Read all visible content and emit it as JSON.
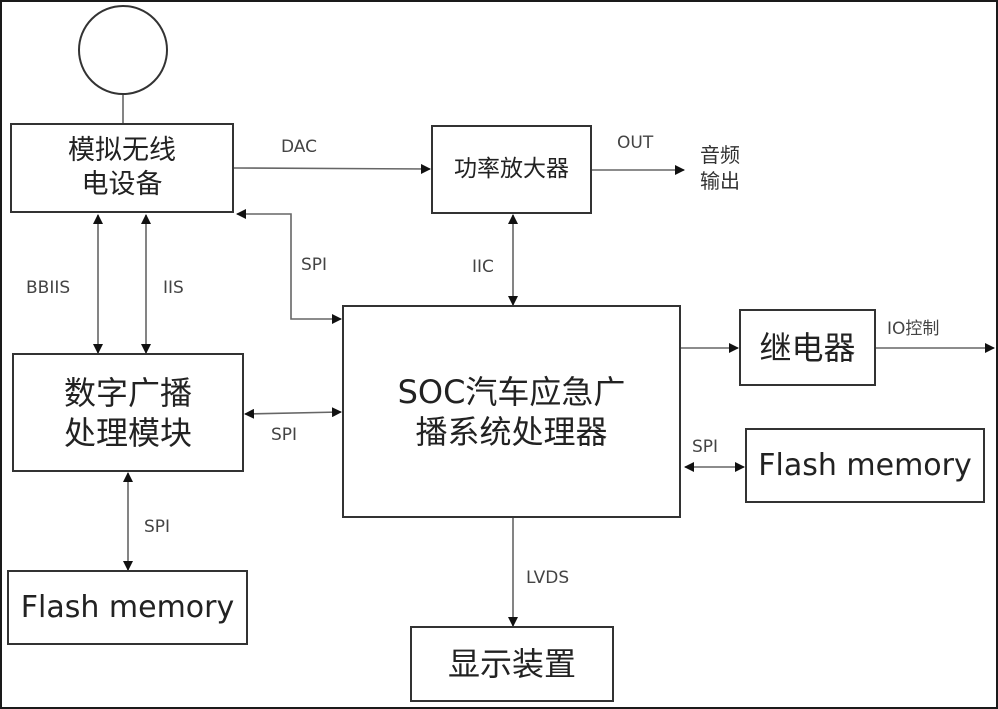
{
  "diagram": {
    "blocks": {
      "analog_radio": "模拟无线\n电设备",
      "power_amp": "功率放大器",
      "audio_out": "音频\n输出",
      "digital_broadcast": "数字广播\n处理模块",
      "soc": "SOC汽车应急广\n播系统处理器",
      "relay": "继电器",
      "flash_right": "Flash memory",
      "flash_left": "Flash memory",
      "display": "显示装置"
    },
    "links": {
      "dac": "DAC",
      "out": "OUT",
      "spi_radio_soc": "SPI",
      "iic": "IIC",
      "bbiis": "BBIIS",
      "iis": "IIS",
      "spi_digital_soc": "SPI",
      "io_control": "IO控制",
      "spi_soc_flash": "SPI",
      "spi_digital_flash": "SPI",
      "lvds": "LVDS"
    }
  }
}
